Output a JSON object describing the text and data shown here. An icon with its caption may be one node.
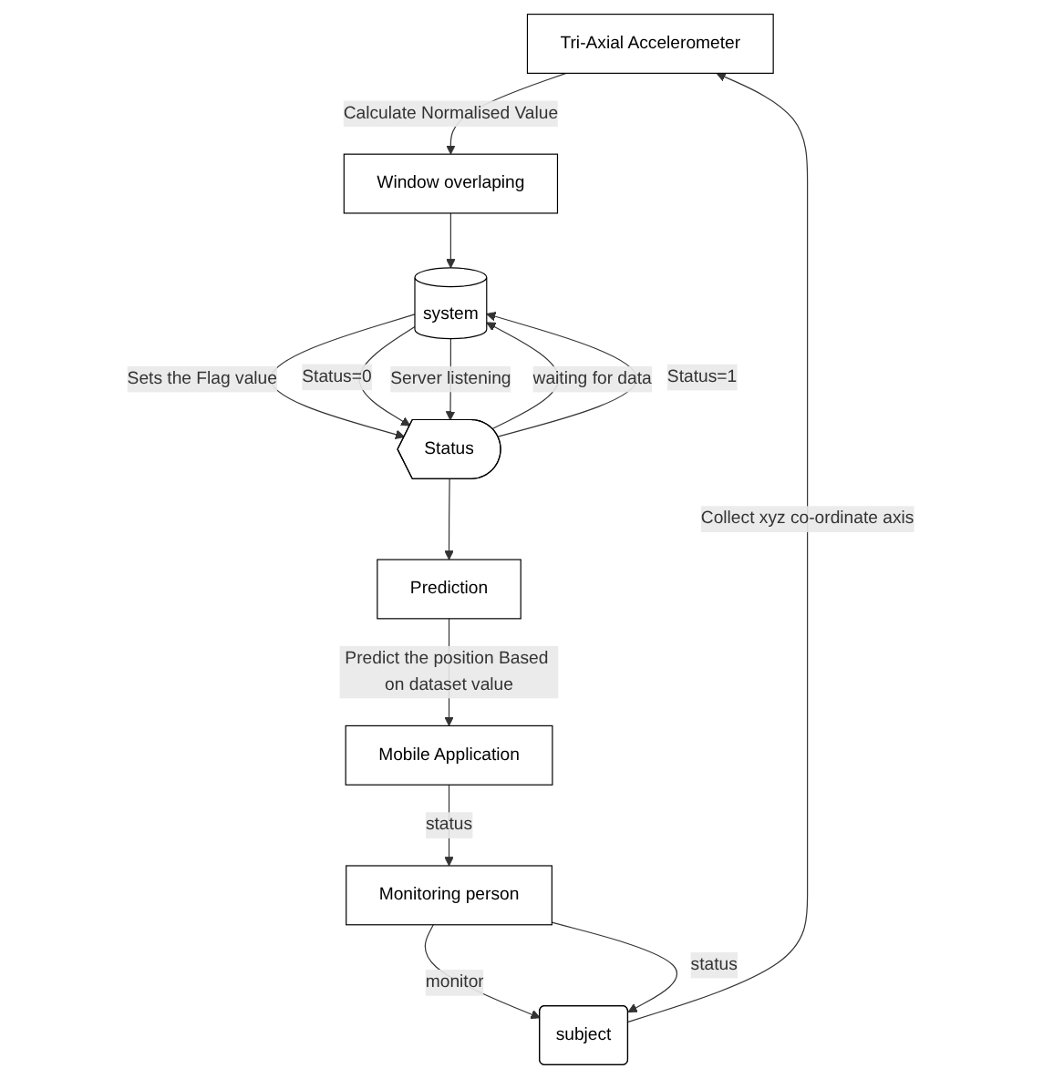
{
  "diagram": {
    "nodes": [
      {
        "text": [
          "Tri-Axial Accelerometer"
        ]
      },
      {
        "text": [
          "Window overlaping"
        ]
      },
      {
        "text": [
          "system"
        ]
      },
      {
        "text": [
          "subject"
        ]
      },
      {
        "text": [
          "Monitoring person"
        ]
      },
      {
        "text": [
          "Mobile Application"
        ]
      },
      {
        "text": [
          "Status"
        ]
      },
      {
        "text": [
          "Prediction"
        ]
      }
    ],
    "edges": [
      {
        "from": 0,
        "to": 1,
        "arrow": "to",
        "label": "Calculate Normalised Value"
      },
      {
        "from": 1,
        "to": 2,
        "arrow": "to"
      },
      {
        "from": 3,
        "to": 0,
        "arrow": "to",
        "label": "Collect xyz co-ordinate axis"
      },
      {
        "from": 4,
        "to": 3,
        "arrow": "to",
        "label": "monitor"
      },
      {
        "from": 4,
        "to": 3,
        "arrow": "to",
        "label": "status"
      },
      {
        "from": 5,
        "to": 4,
        "arrow": "to",
        "label": "status"
      },
      {
        "from": 2,
        "to": 6,
        "arrow": "to",
        "label": "Sets the Flag value"
      },
      {
        "from": 6,
        "to": 2,
        "arrow": "to",
        "label": "waiting for data"
      },
      {
        "from": 2,
        "to": 6,
        "arrow": "to",
        "label": "Status=0"
      },
      {
        "from": 6,
        "to": 2,
        "arrow": "to",
        "label": "Status=1"
      },
      {
        "from": 2,
        "to": 6,
        "arrow": "to",
        "label": "Server listening"
      },
      {
        "from": 6,
        "to": 7,
        "arrow": "to"
      },
      {
        "from": 7,
        "to": 5,
        "arrow": "to",
        "label": "Predict the position Based on dataset value"
      }
    ]
  }
}
